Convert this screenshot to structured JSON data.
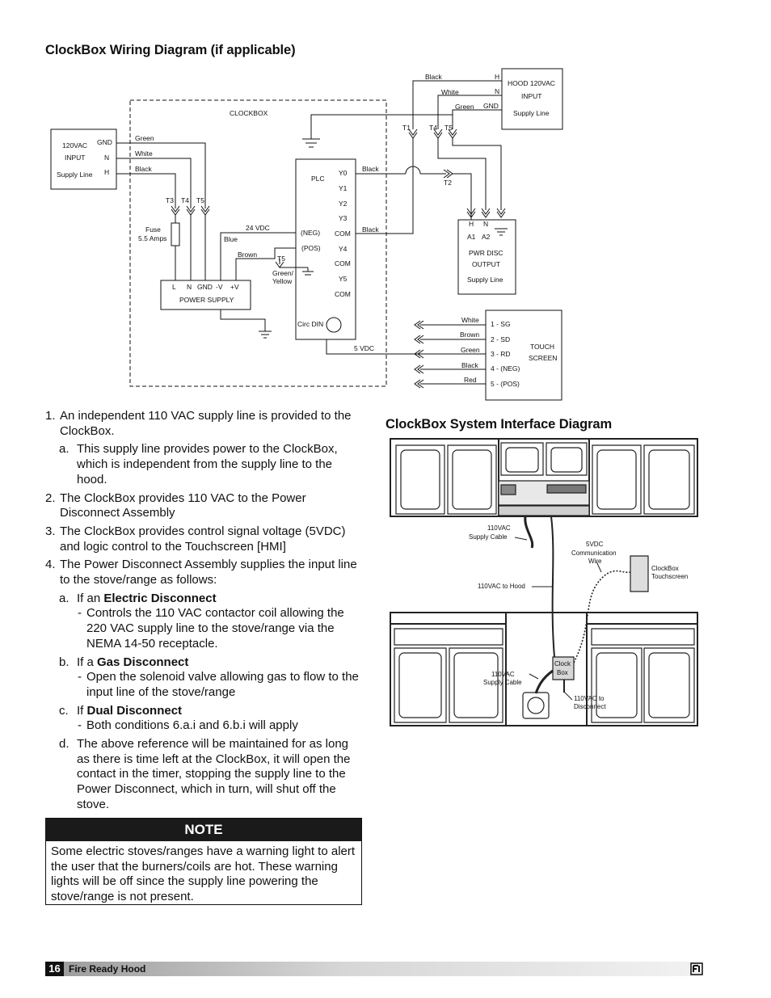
{
  "wiring": {
    "title": "ClockBox Wiring Diagram (if applicable)",
    "clockbox_label": "CLOCKBOX",
    "input_box": {
      "l1": "120VAC",
      "l2": "INPUT",
      "l3": "Supply Line",
      "gnd": "GND",
      "n": "N",
      "h": "H"
    },
    "wire_green": "Green",
    "wire_white": "White",
    "wire_black": "Black",
    "t3": "T3",
    "t4": "T4",
    "t5": "T5",
    "fuse1": "Fuse",
    "fuse2": "5.5 Amps",
    "vdc24": "24 VDC",
    "blue": "Blue",
    "brown": "Brown",
    "t5b": "T5",
    "green_yellow1": "Green/",
    "green_yellow2": "Yellow",
    "ps": {
      "l": "L",
      "n": "N",
      "gnd": "GND",
      "neg": "-V",
      "pos": "+V",
      "name": "POWER SUPPLY"
    },
    "plc": {
      "name": "PLC",
      "y0": "Y0",
      "y1": "Y1",
      "y2": "Y2",
      "y3": "Y3",
      "com1": "COM",
      "y4": "Y4",
      "com2": "COM",
      "y5": "Y5",
      "com3": "COM",
      "neg": "(NEG)",
      "pos": "(POS)",
      "circ": "Circ DIN"
    },
    "black_y0": "Black",
    "black_com": "Black",
    "vdc5": "5 VDC",
    "hood": {
      "l1": "HOOD 120VAC",
      "l2": "INPUT",
      "l3": "Supply Line",
      "h": "H",
      "n": "N",
      "gnd": "GND"
    },
    "hood_black": "Black",
    "hood_white": "White",
    "hood_green": "Green",
    "t1": "T1",
    "t4b": "T4",
    "t5c": "T5",
    "t2": "T2",
    "pwr": {
      "h": "H",
      "n": "N",
      "a1": "A1",
      "a2": "A2",
      "l1": "PWR DISC",
      "l2": "OUTPUT",
      "l3": "Supply Line"
    },
    "touch": {
      "p1": "1 - SG",
      "p2": "2 - SD",
      "p3": "3 - RD",
      "p4": "4 - (NEG)",
      "p5": "5 - (POS)",
      "l1": "TOUCH",
      "l2": "SCREEN"
    },
    "ts_wires": [
      "White",
      "Brown",
      "Green",
      "Black",
      "Red"
    ]
  },
  "steps": [
    {
      "num": "1.",
      "text": "An independent 110 VAC supply line is provided to the ClockBox."
    },
    {
      "num": "a.",
      "text": "This supply line provides power to the ClockBox, which is independent from the supply line to the hood."
    },
    {
      "num": "2.",
      "text": "The ClockBox provides 110 VAC to the Power Disconnect Assembly"
    },
    {
      "num": "3.",
      "text": "The ClockBox provides control signal voltage (5VDC) and logic control to the Touchscreen [HMI]"
    },
    {
      "num": "4.",
      "text": "The Power Disconnect Assembly supplies the input line to the stove/range as follows:"
    },
    {
      "num": "a.",
      "pre": "If an ",
      "bold": "Electric Disconnect",
      "dash": "Controls the 110 VAC contactor coil allowing the 220 VAC supply line to the stove/range via the NEMA 14-50 receptacle."
    },
    {
      "num": "b.",
      "pre": "If a ",
      "bold": "Gas Disconnect",
      "dash": "Open the solenoid valve allowing gas to flow to the input line of the stove/range"
    },
    {
      "num": "c.",
      "pre": "If ",
      "bold": "Dual Disconnect",
      "dash": "Both conditions 6.a.i and 6.b.i will apply"
    },
    {
      "num": "d.",
      "text": "The above reference will be maintained for as long as there is time left at the ClockBox, it will open the contact in the timer, stopping the supply line to the Power Disconnect, which in turn, will shut off the stove."
    }
  ],
  "dash_mark": "-",
  "note": {
    "title": "NOTE",
    "body": "Some electric stoves/ranges have a warning light to alert the user that the burners/coils are hot. These warning lights will be off since the supply line powering the stove/range is not present."
  },
  "interface": {
    "title": "ClockBox System Interface Diagram",
    "cable_top1": "110VAC",
    "cable_top2": "Supply Cable",
    "wire1": "5VDC",
    "wire2": "Communication",
    "wire3": "Wire",
    "touch1": "ClockBox",
    "touch2": "Touchscreen",
    "to_hood": "110VAC to Hood",
    "box1": "Clock",
    "box2": "Box",
    "supply1": "110VAC",
    "supply2": "Supply Cable",
    "disc1": "110VAC to",
    "disc2": "Disconnect"
  },
  "footer": {
    "page": "16",
    "brand": "Fire Ready Hood"
  }
}
